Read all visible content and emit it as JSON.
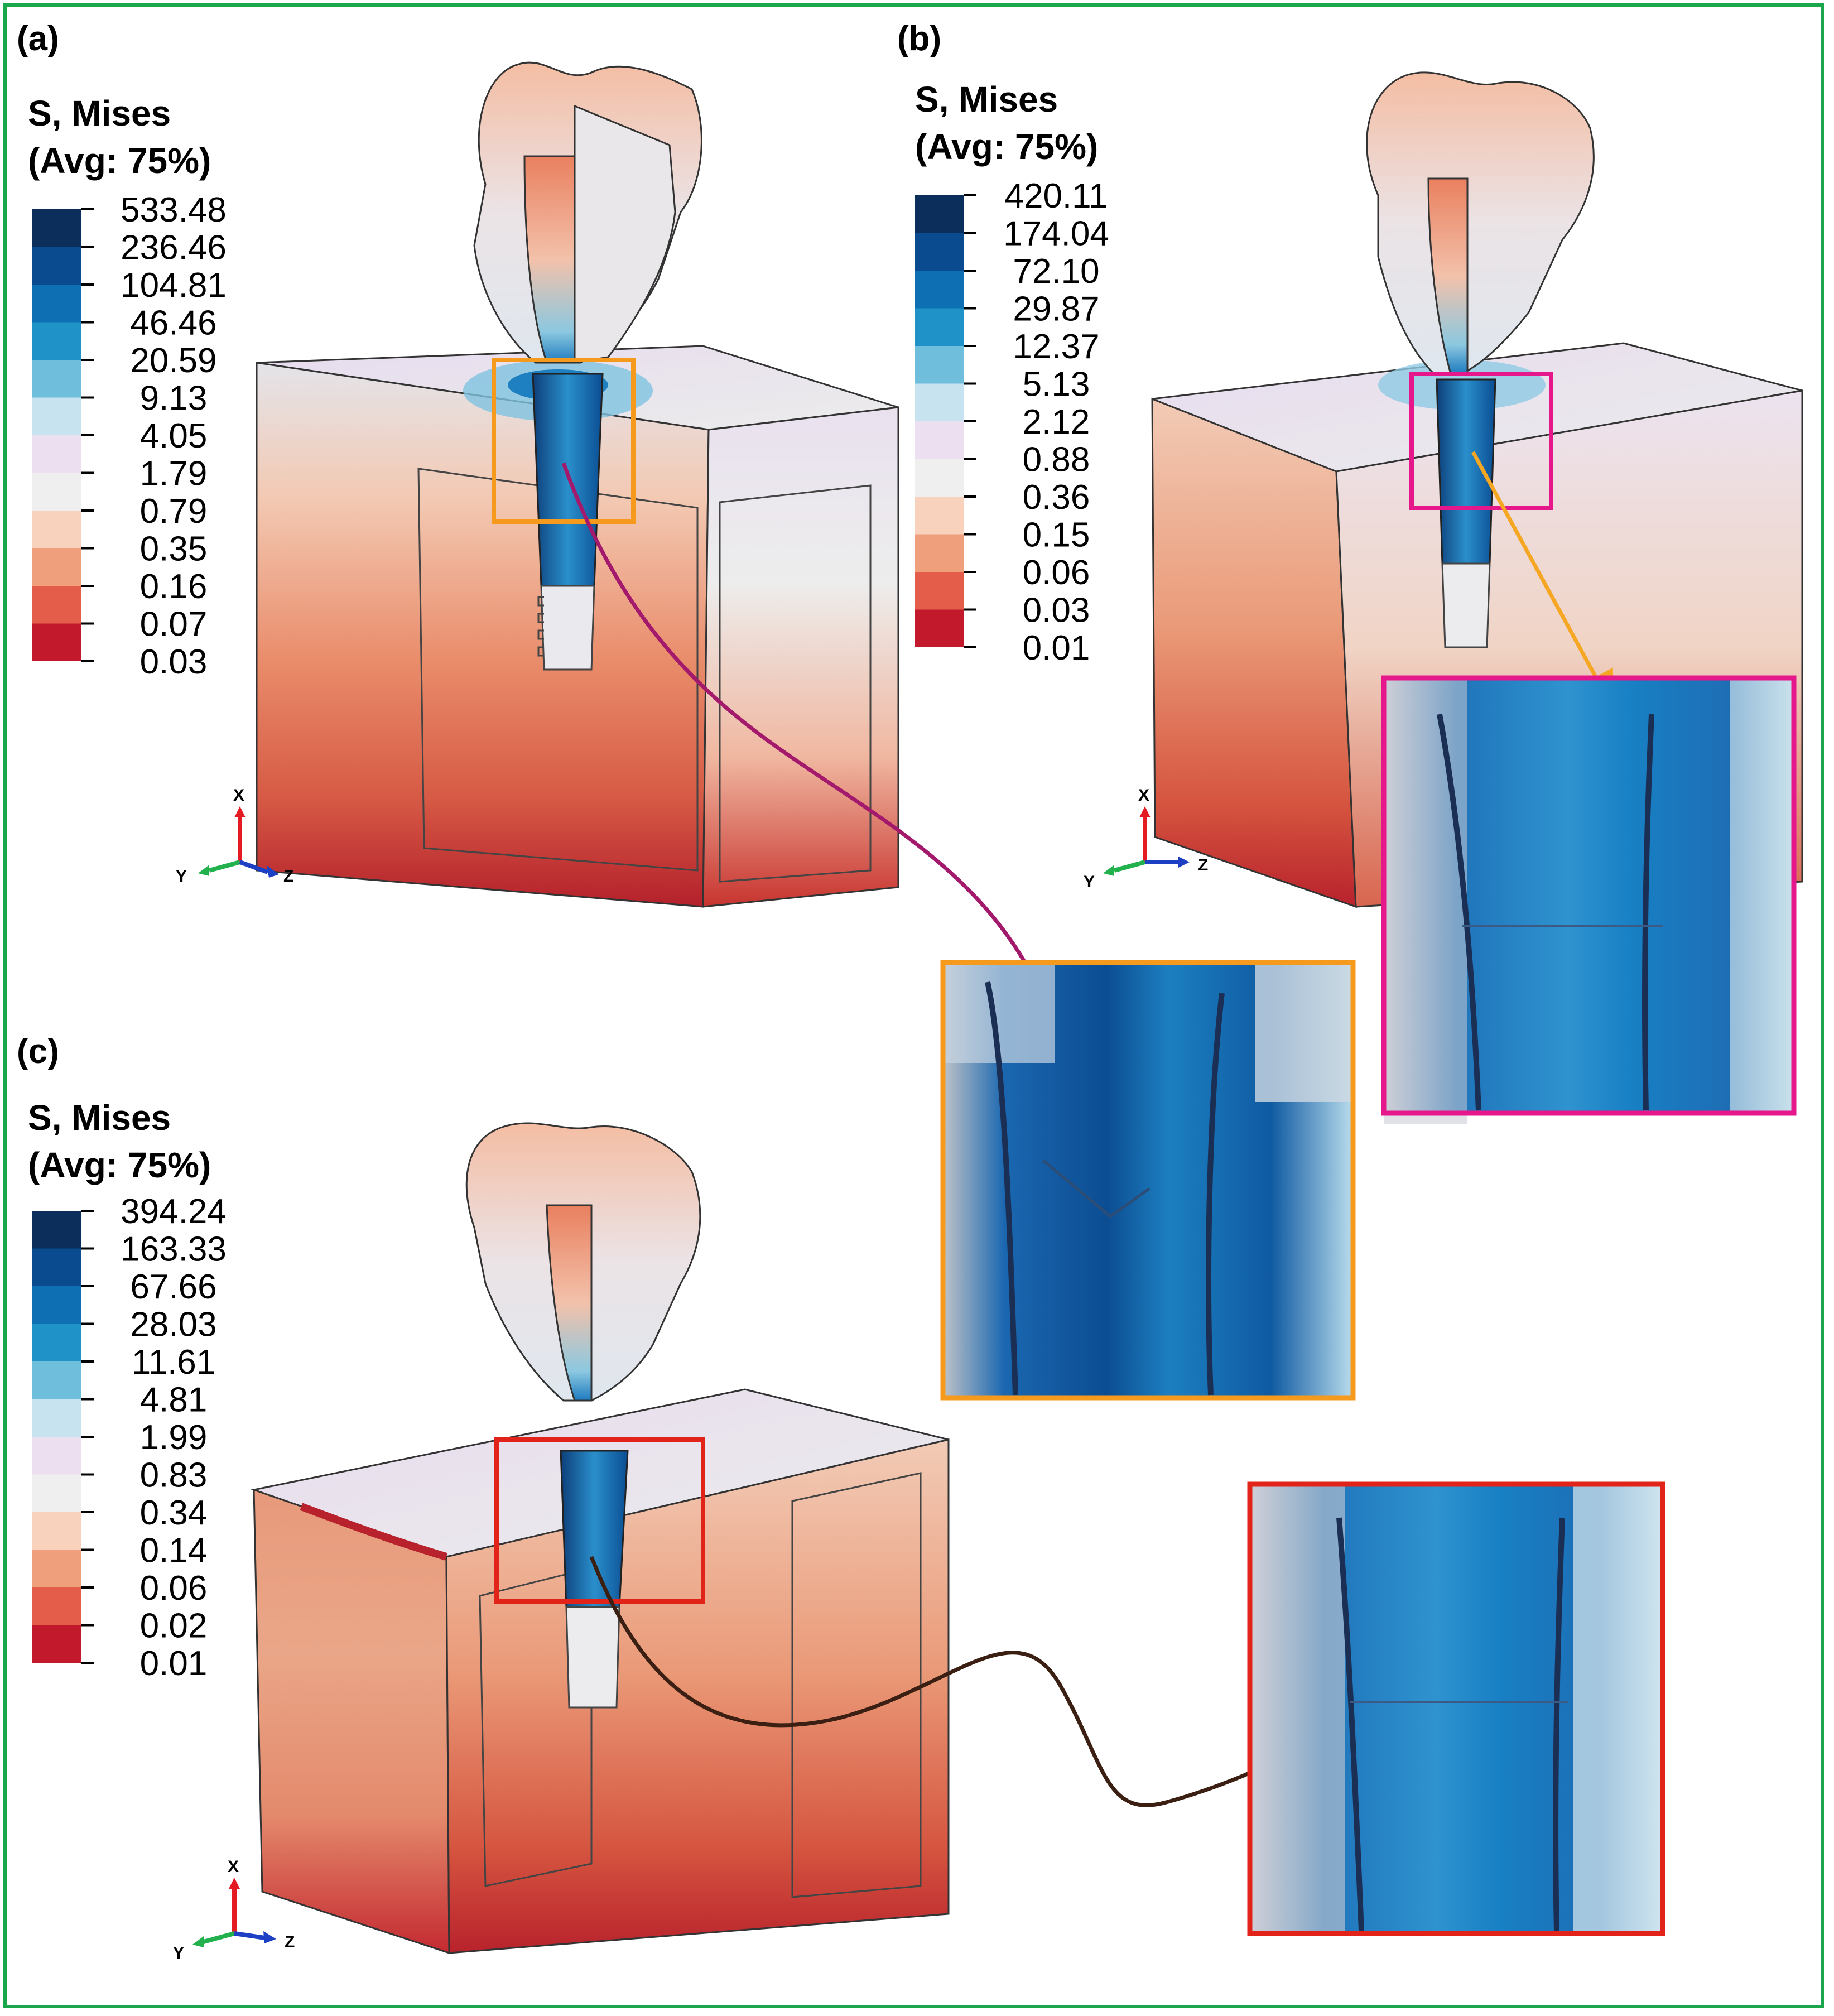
{
  "panels": [
    {
      "id": "a",
      "label": "(a)",
      "legend": {
        "title_line1": "S, Mises",
        "title_line2": "(Avg: 75%)",
        "values": [
          "533.48",
          "236.46",
          "104.81",
          "46.46",
          "20.59",
          "9.13",
          "4.05",
          "1.79",
          "0.79",
          "0.35",
          "0.16",
          "0.07",
          "0.03"
        ]
      },
      "inset_border_color": "#f59a1d",
      "arrow_color": "#a3196b"
    },
    {
      "id": "b",
      "label": "(b)",
      "legend": {
        "title_line1": "S, Mises",
        "title_line2": "(Avg: 75%)",
        "values": [
          "420.11",
          "174.04",
          "72.10",
          "29.87",
          "12.37",
          "5.13",
          "2.12",
          "0.88",
          "0.36",
          "0.15",
          "0.06",
          "0.03",
          "0.01"
        ]
      },
      "inset_border_color": "#e5178b",
      "arrow_color": "#f5a623"
    },
    {
      "id": "c",
      "label": "(c)",
      "legend": {
        "title_line1": "S, Mises",
        "title_line2": "(Avg: 75%)",
        "values": [
          "394.24",
          "163.33",
          "67.66",
          "28.03",
          "11.61",
          "4.81",
          "1.99",
          "0.83",
          "0.34",
          "0.14",
          "0.06",
          "0.02",
          "0.01"
        ]
      },
      "inset_border_color": "#e2231a",
      "arrow_color": "#3a1f12"
    }
  ],
  "legend_colors": [
    "#0b2e5a",
    "#0a4a8e",
    "#0e6fb3",
    "#1f93c8",
    "#6fbfdc",
    "#c6e3ef",
    "#ece0f0",
    "#efefef",
    "#f8d2bd",
    "#ef9f7c",
    "#e35d4a",
    "#c21a2c",
    "#7a0a1c"
  ],
  "axes_labels": {
    "x": "X",
    "y": "Y",
    "z": "Z"
  },
  "axes_colors": {
    "x": "#e51b23",
    "y": "#22b14c",
    "z": "#1d3fc4"
  }
}
